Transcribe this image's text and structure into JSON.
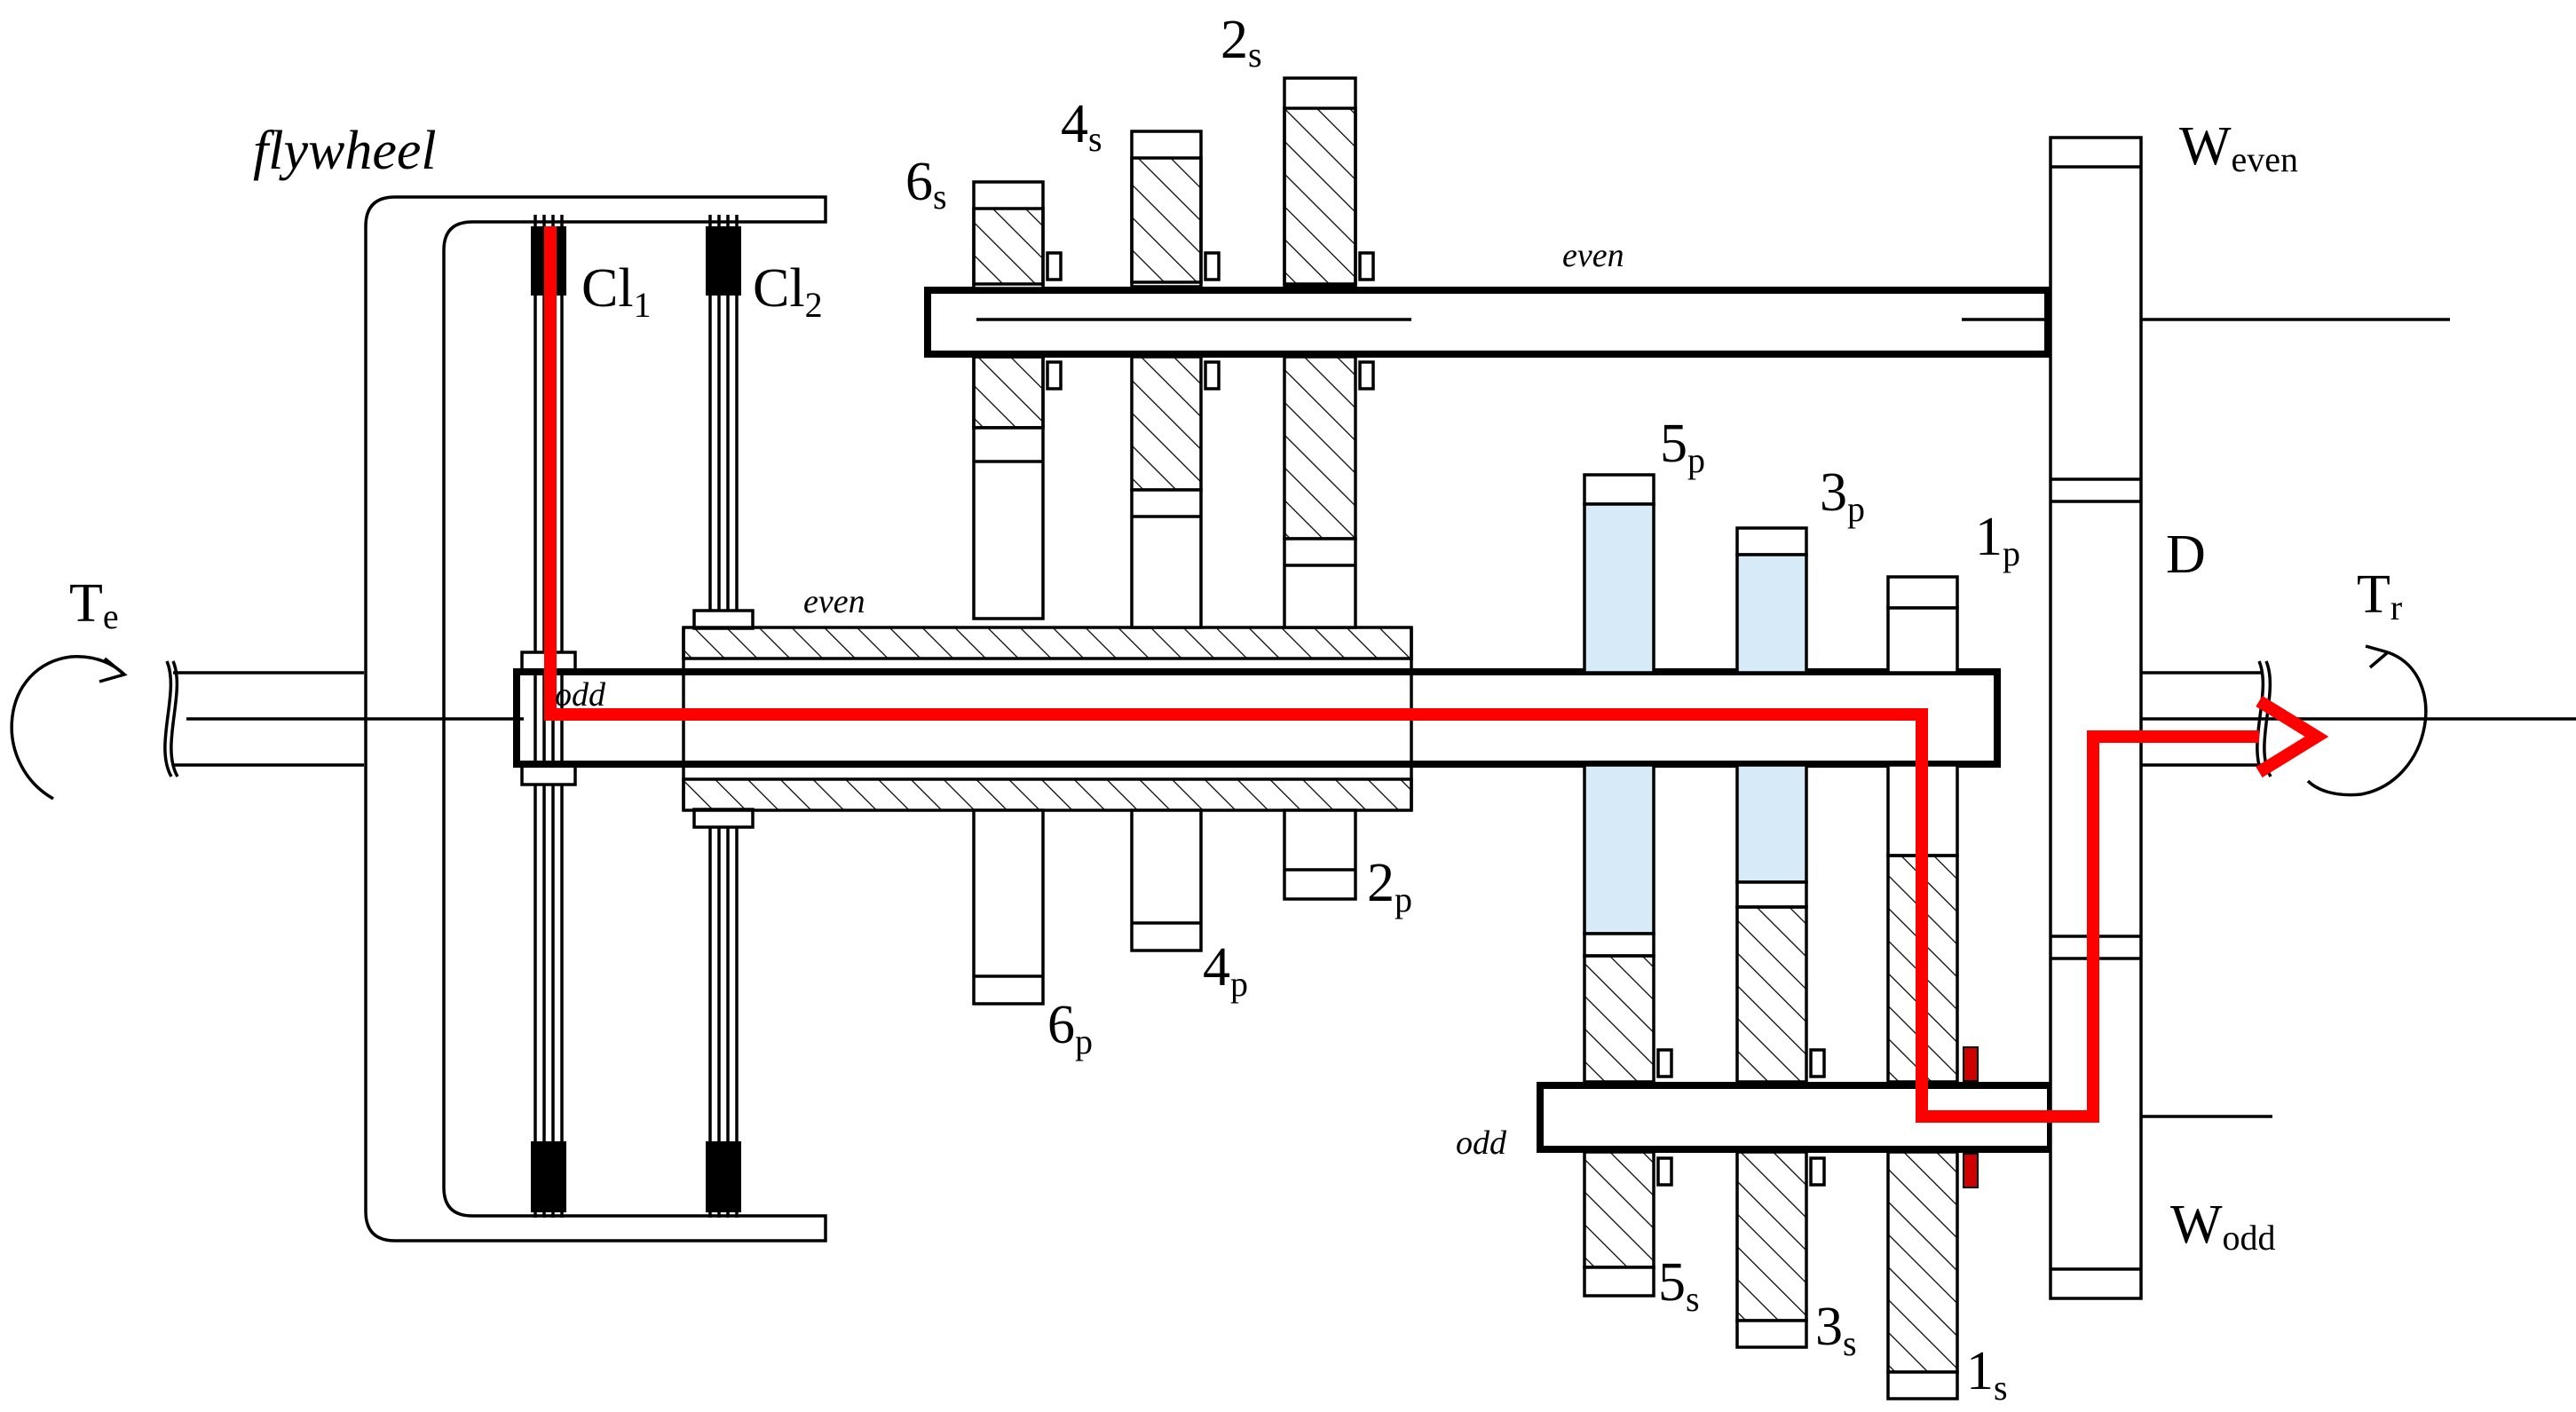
{
  "title_label": "flywheel",
  "clutches": {
    "cl1": "Cl",
    "cl1_sub": "1",
    "cl2": "Cl",
    "cl2_sub": "2"
  },
  "torques": {
    "te": "T",
    "te_sub": "e",
    "tr": "T",
    "tr_sub": "r"
  },
  "shafts": {
    "even_top": "even",
    "even_inner": "even",
    "odd_inner": "odd",
    "odd_bottom": "odd"
  },
  "gears": [
    {
      "id": "2s",
      "num": "2",
      "sub": "s"
    },
    {
      "id": "4s",
      "num": "4",
      "sub": "s"
    },
    {
      "id": "6s",
      "num": "6",
      "sub": "s"
    },
    {
      "id": "2p",
      "num": "2",
      "sub": "p"
    },
    {
      "id": "4p",
      "num": "4",
      "sub": "p"
    },
    {
      "id": "6p",
      "num": "6",
      "sub": "p"
    },
    {
      "id": "5p",
      "num": "5",
      "sub": "p"
    },
    {
      "id": "3p",
      "num": "3",
      "sub": "p"
    },
    {
      "id": "1p",
      "num": "1",
      "sub": "p"
    },
    {
      "id": "5s",
      "num": "5",
      "sub": "s"
    },
    {
      "id": "3s",
      "num": "3",
      "sub": "s"
    },
    {
      "id": "1s",
      "num": "1",
      "sub": "s"
    }
  ],
  "output": {
    "w_even": "W",
    "w_even_sub": "even",
    "w_odd": "W",
    "w_odd_sub": "odd",
    "diff": "D"
  },
  "colors": {
    "power_flow": "#ff0000",
    "highlight_gear": "#d6eaf8",
    "line": "#000000"
  }
}
